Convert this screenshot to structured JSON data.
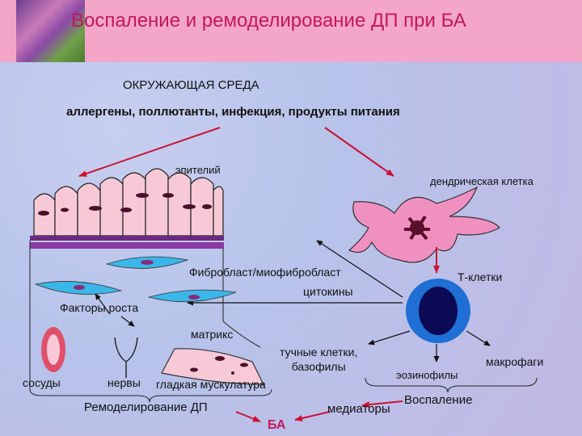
{
  "title": "Воспаление и ремоделирование ДП при БА",
  "labels": {
    "environment": "ОКРУЖАЮЩАЯ СРЕДА",
    "triggers": "аллергены, поллютанты, инфекция, продукты питания",
    "epithelium": "эпителий",
    "dendritic": "дендрическая клетка",
    "fibroblast": "Фибробласт/миофибробласт",
    "t_cells": "Т-клетки",
    "cytokines": "цитокины",
    "growth_factors": "Факторы роста",
    "matrix": "матрикс",
    "mast_cells": "тучные клетки,\nбазофилы",
    "macrophages": "макрофаги",
    "eosinophils": "эозинофилы",
    "vessels": "сосуды",
    "nerves": "нервы",
    "smooth_muscle": "гладкая мускулатура",
    "remodeling": "Ремоделирование ДП",
    "mediators": "медиаторы",
    "inflammation": "Воспаление",
    "asthma": "БА"
  },
  "colors": {
    "title": "#c2185b",
    "arrow": "#cc1133",
    "epithelium_fill": "#f7c9d6",
    "nucleus": "#4a0f2b",
    "fibroblast": "#3bb6e8",
    "dendritic_fill": "#f090c0",
    "t_cell_outer": "#1f6fd4",
    "t_cell_inner": "#0a0a55",
    "band": "#6a2a80",
    "vessel": "#e0506a"
  }
}
